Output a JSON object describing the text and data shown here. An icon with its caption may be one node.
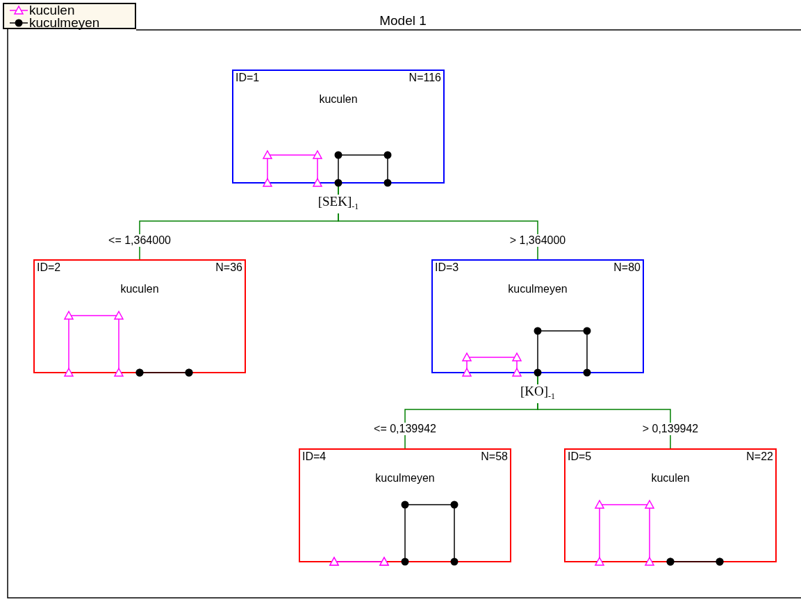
{
  "diagram": {
    "title": "Model 1",
    "nodes": [
      {
        "text": [
          "ID=1",
          "N=116",
          "kuculen"
        ],
        "beside": [
          "[SEK]$_{-1}$"
        ]
      },
      {
        "text": [
          "ID=2",
          "N=36",
          "kuculen"
        ]
      },
      {
        "text": [
          "ID=3",
          "N=80",
          "kuculmeyen"
        ],
        "beside": [
          "[KO]$_{-1}$"
        ]
      },
      {
        "text": [
          "ID=4",
          "N=58",
          "kuculmeyen"
        ]
      },
      {
        "text": [
          "ID=5",
          "N=22",
          "kuculen"
        ]
      }
    ],
    "edges": [
      {
        "from": 0,
        "to": 1,
        "arrow": "none",
        "label": "<= 1,364000"
      },
      {
        "from": 0,
        "to": 2,
        "arrow": "none",
        "label": "> 1,364000"
      },
      {
        "from": 2,
        "to": 3,
        "arrow": "none",
        "label": "<= 0,139942"
      },
      {
        "from": 2,
        "to": 4,
        "arrow": "none",
        "label": "> 0,139942"
      }
    ],
    "legend": [
      {
        "text": "kuculen"
      },
      {
        "text": "kuculmeyen"
      }
    ]
  }
}
